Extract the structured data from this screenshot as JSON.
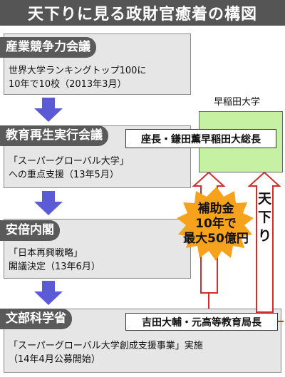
{
  "title": "天下りに見る政財官癒着の構図",
  "stages": [
    {
      "label": "産業競争力会議",
      "lines": [
        "世界大学ランキングトップ100に",
        "10年で10校（2013年3月）"
      ]
    },
    {
      "label": "教育再生実行会議",
      "lines": [
        "「スーパーグローバル大学」",
        "への重点支援（13年5月）"
      ]
    },
    {
      "label": "安倍内閣",
      "lines": [
        "「日本再興戦略」",
        "閣議決定（13年6月）"
      ]
    },
    {
      "label": "文部科学省",
      "lines": [
        "「スーパーグローバル大学創成支援事業」実施",
        "（14年4月公募開始）"
      ]
    }
  ],
  "waseda": {
    "label": "早稲田大学",
    "chair": "座長・鎌田薫早稲田大総長"
  },
  "subsidy": {
    "lines": [
      "補助金",
      "10年で",
      "最大50億円"
    ]
  },
  "amakudari": {
    "chars": [
      "天",
      "下",
      "り"
    ]
  },
  "former_official": "吉田大輔・元高等教育局長",
  "colors": {
    "title_bg": "#555555",
    "label_bg": "#5a5a5a",
    "box_bg": "#e6e6e6",
    "blue_arrow": "#5b5bd6",
    "red": "#d42b2b",
    "burst": "#f7a21c",
    "waseda_box": "#c6f0a2"
  }
}
